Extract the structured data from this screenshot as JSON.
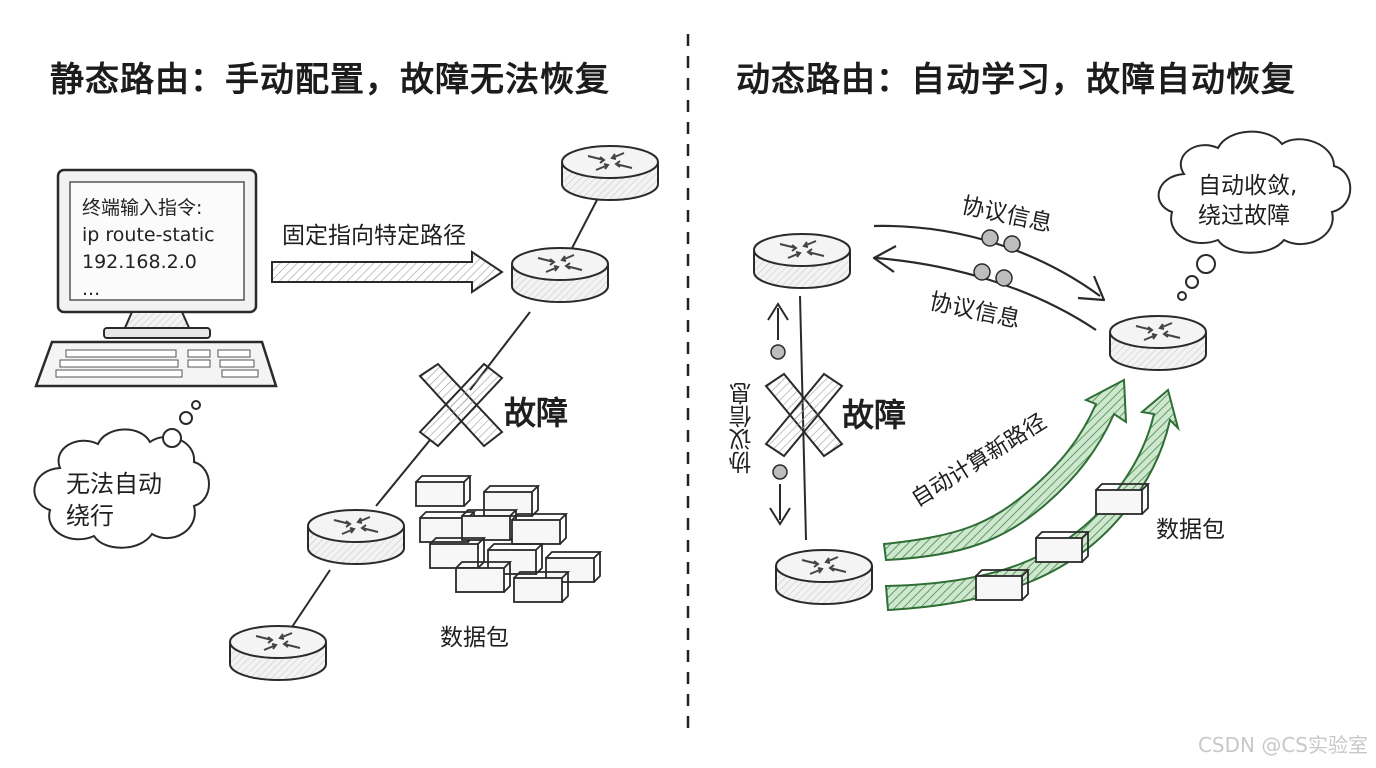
{
  "left_panel": {
    "title": "静态路由：手动配置，故障无法恢复",
    "terminal_lines": [
      "终端输入指令:",
      "ip route-static",
      "192.168.2.0",
      "..."
    ],
    "arrow_label": "固定指向特定路径",
    "fault_label": "故障",
    "packets_label": "数据包",
    "thought_text": [
      "无法自动",
      "绕行"
    ]
  },
  "right_panel": {
    "title": "动态路由：自动学习，故障自动恢复",
    "protocol_label_top": "协议信息",
    "protocol_label_mid": "协议信息",
    "protocol_label_vertical": "协议信息",
    "fault_label": "故障",
    "new_path_label": "自动计算新路径",
    "packets_label": "数据包",
    "thought_text": [
      "自动收敛,",
      "绕过故障"
    ]
  },
  "watermark": "CSDN @CS实验室",
  "colors": {
    "ink": "#2a2a2a",
    "green": "#3f8a45",
    "router_fill": "#ebebeb"
  }
}
